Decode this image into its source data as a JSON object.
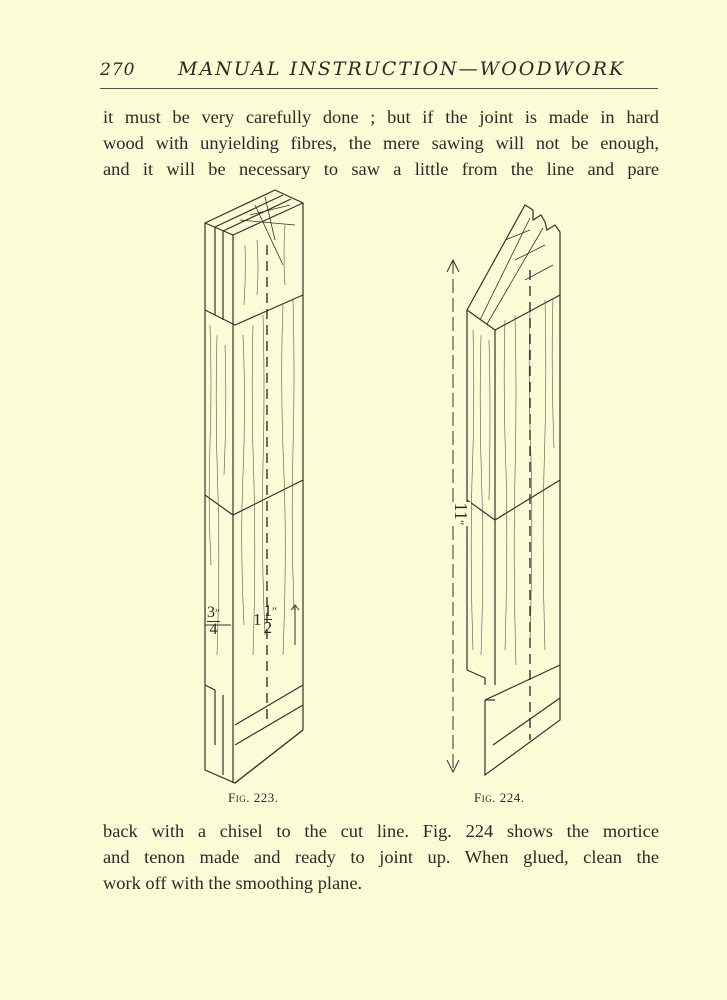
{
  "header": {
    "page_number": "270",
    "running_title": "MANUAL INSTRUCTION—WOODWORK"
  },
  "body_top": {
    "lines": [
      "it must be very carefully done ; but if the joint is made in hard",
      "wood with unyielding fibres, the mere sawing will not be enough,",
      "and it will be necessary to saw a little from the line and pare"
    ]
  },
  "figures": [
    {
      "caption": "Fig. 223.",
      "dimensions": [
        {
          "num": "3",
          "den": "4",
          "unit": "″"
        },
        {
          "whole": "1",
          "num": "1",
          "den": "2",
          "unit": "″"
        }
      ]
    },
    {
      "caption": "Fig. 224.",
      "dimensions": [
        {
          "whole": "11",
          "unit": "″"
        }
      ]
    }
  ],
  "body_bottom": {
    "lines": [
      "back with a chisel to the cut line. Fig. 224 shows the mortice",
      "and tenon made and ready to joint up. When glued, clean the",
      "work off with the smoothing plane."
    ]
  }
}
